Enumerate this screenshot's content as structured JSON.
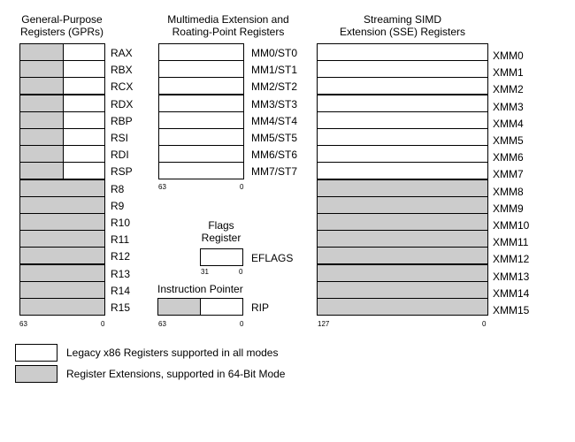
{
  "gpr": {
    "title_line1": "General-Purpose",
    "title_line2": "Registers (GPRs)",
    "registers": [
      "RAX",
      "RBX",
      "RCX",
      "RDX",
      "RBP",
      "RSI",
      "RDI",
      "RSP",
      "R8",
      "R9",
      "R10",
      "R11",
      "R12",
      "R13",
      "R14",
      "R15"
    ],
    "bit_high": "63",
    "bit_low": "0"
  },
  "mmx": {
    "title_line1": "Multimedia Extension and",
    "title_line2": "Roating-Point Registers",
    "registers": [
      "MM0/ST0",
      "MM1/ST1",
      "MM2/ST2",
      "MM3/ST3",
      "MM4/ST4",
      "MM5/ST5",
      "MM6/ST6",
      "MM7/ST7"
    ],
    "bit_high": "63",
    "bit_low": "0"
  },
  "sse": {
    "title_line1": "Streaming SIMD",
    "title_line2": "Extension (SSE) Registers",
    "registers": [
      "XMM0",
      "XMM1",
      "XMM2",
      "XMM3",
      "XMM4",
      "XMM5",
      "XMM6",
      "XMM7",
      "XMM8",
      "XMM9",
      "XMM10",
      "XMM11",
      "XMM12",
      "XMM13",
      "XMM14",
      "XMM15"
    ],
    "bit_high": "127",
    "bit_low": "0"
  },
  "flags": {
    "title_line1": "Flags",
    "title_line2": "Register",
    "name": "EFLAGS",
    "bit_high": "31",
    "bit_low": "0"
  },
  "ip": {
    "title": "Instruction Pointer",
    "name": "RIP",
    "bit_high": "63",
    "bit_low": "0"
  },
  "legend": {
    "legacy": "Legacy x86 Registers supported in all modes",
    "extension": "Register Extensions, supported in 64-Bit Mode"
  },
  "colors": {
    "extension_fill": "#cccccc",
    "legacy_fill": "#ffffff",
    "outline": "#000000"
  }
}
